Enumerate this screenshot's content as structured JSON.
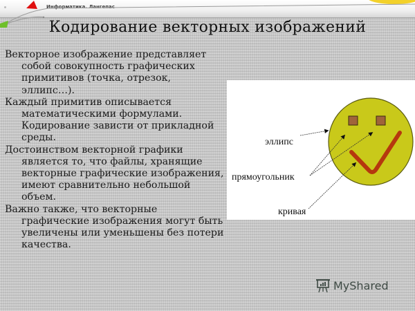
{
  "header": {
    "site_title": "Информатика. Лангепас"
  },
  "slide": {
    "title": "Кодирование векторных изображений",
    "paragraphs": [
      "Векторное изображение представляет собой совокупность графических примитивов (точка, отрезок, эллипс…).",
      "Каждый примитив описывается математическими формулами. Кодирование зависти от прикладной среды.",
      "Достоинством векторной графики является то, что файлы, хранящие векторные графические изображения, имеют сравнительно небольшой объем.",
      "Важно также, что векторные графические изображения могут быть увеличены или уменьшены без потери качества."
    ]
  },
  "figure": {
    "labels": {
      "ellipse": "эллипс",
      "rectangle": "прямоугольник",
      "curve": "кривая"
    },
    "colors": {
      "face_fill": "#c9c91a",
      "face_stroke": "#5a5a10",
      "eye_fill": "#a0643a",
      "eye_stroke": "#3a2a10",
      "mouth": "#b5380e"
    }
  },
  "watermark": {
    "logo_text": "MyShared",
    "icon": "presentation-board-icon"
  },
  "icons": {
    "decor_triangle": "red-triangle-icon"
  }
}
